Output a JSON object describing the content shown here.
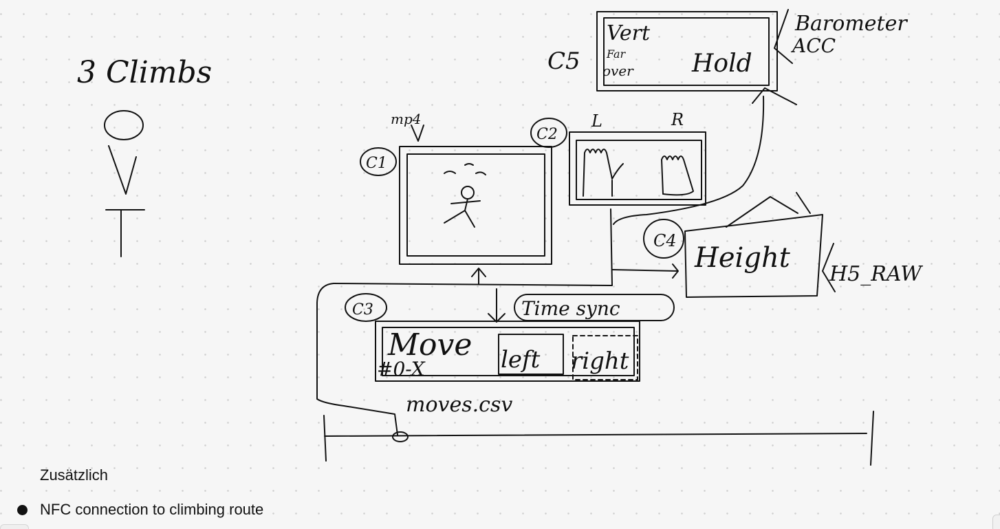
{
  "sketch": {
    "climbs_title": "3 Climbs",
    "mp4_label": "mp4",
    "c1_label": "C1",
    "c2_label": "C2",
    "c3_label": "C3",
    "c4_label": "C4",
    "c5_label": "C5",
    "left_label": "L",
    "right_label": "R",
    "vert_label": "Vert",
    "far_label": "Far",
    "over_label": "over",
    "hold_label": "Hold",
    "barometer_label": "Barometer",
    "acc_label": "ACC",
    "height_label": "Height",
    "h5_raw_label": "H5_RAW",
    "time_sync_label": "Time sync",
    "move_label": "Move",
    "move_index_label": "#0-X",
    "left_word": "left",
    "right_word": "right",
    "moves_csv_label": "moves.csv"
  },
  "notes": {
    "heading": "Zusätzlich",
    "bullets": [
      "NFC connection to climbing route"
    ]
  }
}
